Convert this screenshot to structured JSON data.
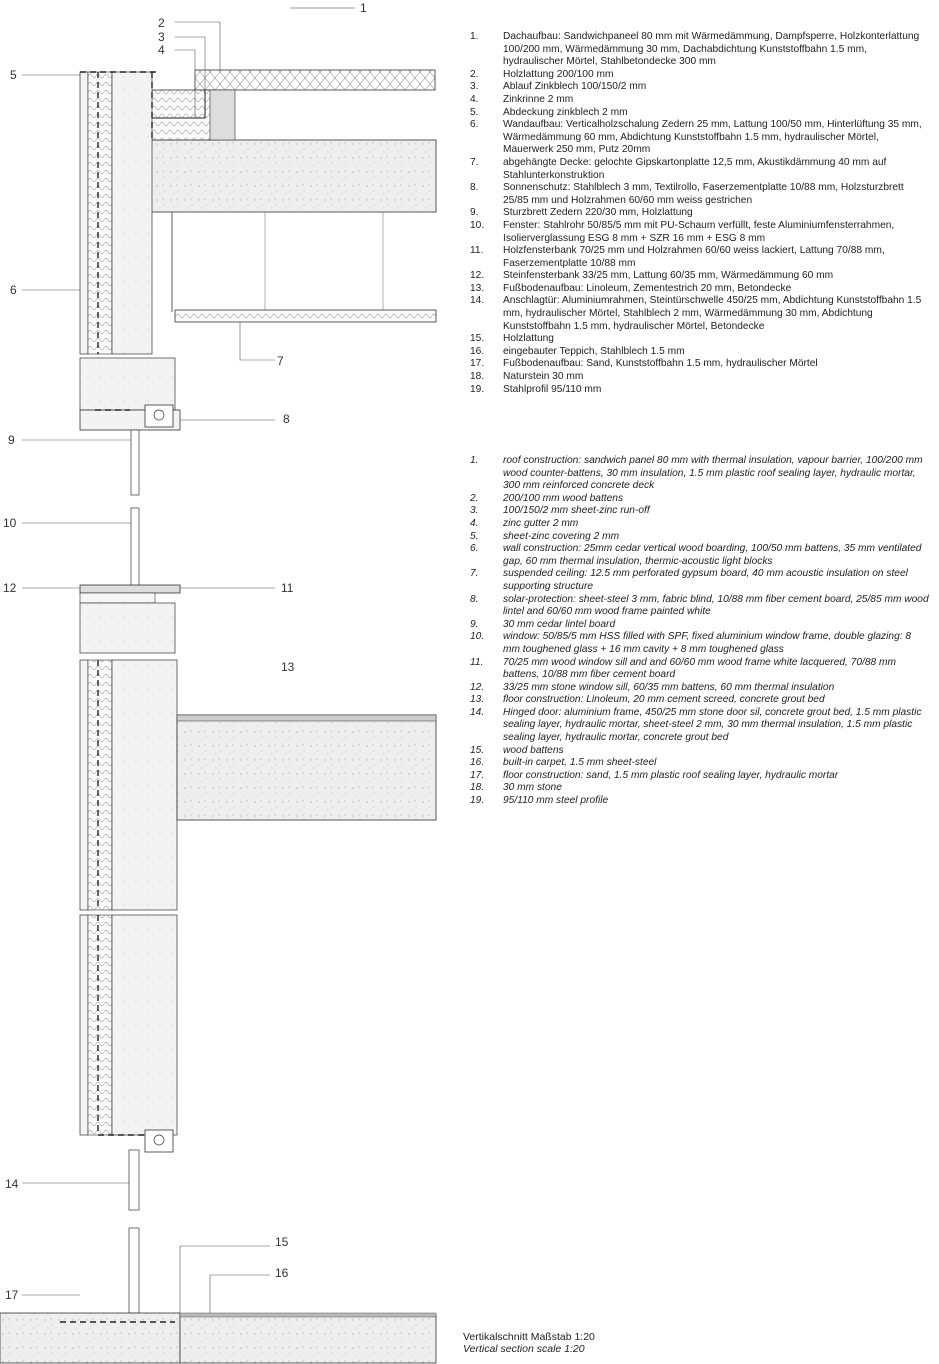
{
  "callouts": [
    "1",
    "2",
    "3",
    "4",
    "5",
    "6",
    "7",
    "8",
    "9",
    "10",
    "11",
    "12",
    "13",
    "14",
    "15",
    "16",
    "17"
  ],
  "legend_de": [
    {
      "n": "1.",
      "t": "Dachaufbau: Sandwichpaneel 80 mm mit Wärmedämmung, Dampfsperre, Holzkonterlattung 100/200 mm, Wärmedämmung 30 mm, Dachabdichtung Kunststoffbahn 1.5 mm, hydraulischer Mörtel, Stahlbetondecke 300 mm"
    },
    {
      "n": "2.",
      "t": "Holzlattung 200/100 mm"
    },
    {
      "n": "3.",
      "t": "Ablauf Zinkblech 100/150/2 mm"
    },
    {
      "n": "4.",
      "t": "Zinkrinne 2 mm"
    },
    {
      "n": "5.",
      "t": "Abdeckung zinkblech 2 mm"
    },
    {
      "n": "6.",
      "t": "Wandaufbau: Verticalholzschalung Zedern 25 mm, Lattung 100/50 mm, Hinterlüftung 35 mm, Wärmedämmung 60 mm, Abdichtung Kunststoffbahn 1.5 mm, hydraulischer Mörtel, Mauerwerk 250 mm, Putz 20mm"
    },
    {
      "n": "7.",
      "t": "abgehängte Decke: gelochte Gipskartonplatte 12,5 mm, Akustikdämmung 40 mm auf Stahlunterkonstruktion"
    },
    {
      "n": "8.",
      "t": "Sonnenschutz: Stahlblech 3 mm, Textilrollo,  Faserzementplatte 10/88 mm, Holzsturzbrett 25/85 mm und Holzrahmen 60/60 mm weiss gestrichen"
    },
    {
      "n": "9.",
      "t": "Sturzbrett Zedern 220/30 mm, Holzlattung"
    },
    {
      "n": "10.",
      "t": "Fenster: Stahlrohr 50/85/5 mm mit PU-Schaum verfüllt, feste Aluminiumfensterrahmen, Isolierverglassung ESG 8 mm + SZR 16 mm + ESG 8 mm"
    },
    {
      "n": "11.",
      "t": "Holzfensterbank 70/25 mm und Holzrahmen 60/60 weiss lackiert, Lattung 70/88 mm, Faserzementplatte 10/88 mm"
    },
    {
      "n": "12.",
      "t": "Steinfensterbank 33/25 mm, Lattung 60/35 mm, Wärmedämmung 60 mm"
    },
    {
      "n": "13.",
      "t": "Fußbodenaufbau: Linoleum, Zementestrich 20 mm, Betondecke"
    },
    {
      "n": "14.",
      "t": "Anschlagtür: Aluminiumrahmen, Steintürschwelle 450/25 mm, Abdichtung Kunststoffbahn 1.5 mm, hydraulischer Mörtel, Stahlblech 2 mm, Wärmedämmung 30 mm, Abdichtung Kunststoffbahn 1.5 mm, hydraulischer Mörtel, Betondecke"
    },
    {
      "n": "15.",
      "t": "Holzlattung"
    },
    {
      "n": "16.",
      "t": "eingebauter Teppich, Stahlblech 1.5 mm"
    },
    {
      "n": "17.",
      "t": "Fußbodenaufbau: Sand, Kunststoffbahn 1.5 mm, hydraulischer Mörtel"
    },
    {
      "n": "18.",
      "t": "Naturstein 30 mm"
    },
    {
      "n": "19.",
      "t": "Stahlprofil 95/110 mm"
    }
  ],
  "legend_en": [
    {
      "n": "1.",
      "t": "roof construction: sandwich panel 80 mm with  thermal insulation, vapour barrier, 100/200 mm wood counter-battens, 30 mm insulation, 1.5 mm plastic roof sealing layer, hydraulic mortar, 300 mm reinforced concrete deck"
    },
    {
      "n": "2.",
      "t": "200/100 mm wood battens"
    },
    {
      "n": "3.",
      "t": "100/150/2 mm sheet-zinc run-off"
    },
    {
      "n": "4.",
      "t": "zinc gutter 2 mm"
    },
    {
      "n": "5.",
      "t": "sheet-zinc covering 2 mm"
    },
    {
      "n": "6.",
      "t": "wall construction: 25mm cedar vertical wood boarding, 100/50 mm battens, 35 mm ventilated gap, 60 mm thermal insulation,  thermic-acoustic light blocks"
    },
    {
      "n": "7.",
      "t": "suspended ceiling: 12.5 mm perforated gypsum board, 40 mm acoustic insulation on steel supporting structure"
    },
    {
      "n": "8.",
      "t": "solar-protection: sheet-steel 3 mm, fabric blind, 10/88 mm fiber cement board, 25/85 mm wood lintel and 60/60 mm wood frame painted white"
    },
    {
      "n": "9.",
      "t": "30 mm cedar lintel board"
    },
    {
      "n": "10.",
      "t": "window: 50/85/5 mm HSS filled with SPF, fixed aluminium window frame, double glazing: 8 mm toughened glass + 16 mm cavity + 8 mm toughened glass"
    },
    {
      "n": "11.",
      "t": "70/25 mm wood window sill and and 60/60 mm wood frame white lacquered, 70/88 mm battens, 10/88 mm fiber cement board"
    },
    {
      "n": "12.",
      "t": "33/25 mm stone window sill, 60/35 mm battens, 60 mm thermal insulation"
    },
    {
      "n": "13.",
      "t": "floor construction: Linoleum, 20 mm cement screed, concrete grout bed"
    },
    {
      "n": "14.",
      "t": "Hinged door: aluminium frame,  450/25 mm stone door sil,  concrete grout bed, 1.5 mm plastic sealing layer, hydraulic mortar, sheet-steel 2 mm, 30 mm thermal insulation, 1.5 mm plastic sealing layer, hydraulic mortar, concrete grout bed"
    },
    {
      "n": "15.",
      "t": "wood battens"
    },
    {
      "n": "16.",
      "t": "built-in carpet, 1.5 mm sheet-steel"
    },
    {
      "n": "17.",
      "t": "floor construction: sand, 1.5 mm plastic roof sealing layer, hydraulic mortar"
    },
    {
      "n": "18.",
      "t": "30 mm stone"
    },
    {
      "n": "19.",
      "t": "95/110 mm steel profile"
    }
  ],
  "caption": {
    "de": "Vertikalschnitt Maßstab 1:20",
    "en": "Vertical section scale 1:20"
  }
}
